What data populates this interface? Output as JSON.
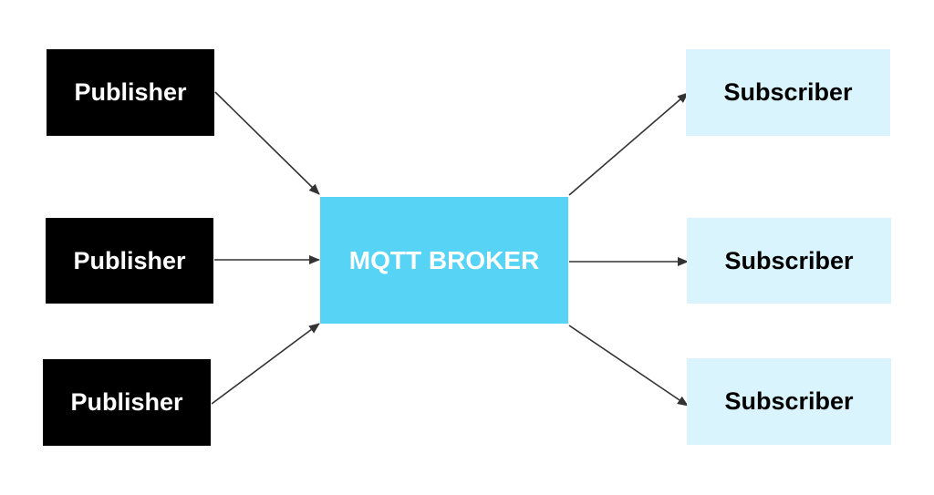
{
  "publishers": [
    {
      "label": "Publisher"
    },
    {
      "label": "Publisher"
    },
    {
      "label": "Publisher"
    }
  ],
  "broker": {
    "label": "MQTT BROKER"
  },
  "subscribers": [
    {
      "label": "Subscriber"
    },
    {
      "label": "Subscriber"
    },
    {
      "label": "Subscriber"
    }
  ],
  "colors": {
    "publisher_bg": "#000000",
    "broker_bg": "#56d3f5",
    "subscriber_bg": "#d9f4fc",
    "arrow": "#333333"
  }
}
